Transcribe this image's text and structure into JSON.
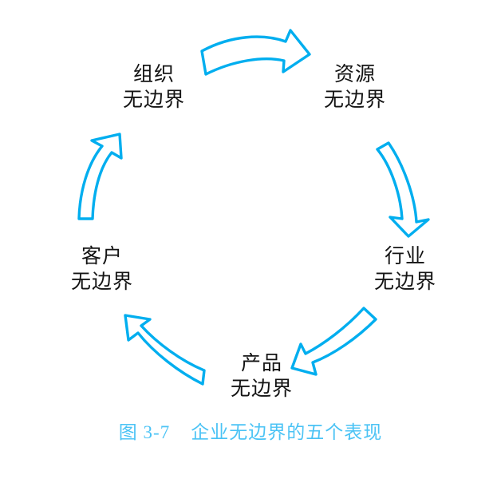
{
  "figure": {
    "caption_label": "图 3-7",
    "caption_title": "企业无边界的五个表现",
    "caption_color": "#4bc3f5",
    "arrow_color": "#00aeef",
    "text_color": "#141414",
    "background": "#ffffff"
  },
  "chart_data": {
    "type": "cycle-diagram",
    "title": "企业无边界的五个表现",
    "direction": "clockwise",
    "node_count": 5,
    "nodes": [
      {
        "id": "organization",
        "line1": "组织",
        "line2": "无边界",
        "position": "top-left"
      },
      {
        "id": "resource",
        "line1": "资源",
        "line2": "无边界",
        "position": "top-right"
      },
      {
        "id": "industry",
        "line1": "行业",
        "line2": "无边界",
        "position": "right"
      },
      {
        "id": "product",
        "line1": "产品",
        "line2": "无边界",
        "position": "bottom"
      },
      {
        "id": "customer",
        "line1": "客户",
        "line2": "无边界",
        "position": "left"
      }
    ],
    "arrows": [
      {
        "id": "arrow-organization-to-resource",
        "from": "organization",
        "to": "resource",
        "points": "right"
      },
      {
        "id": "arrow-resource-to-industry",
        "from": "resource",
        "to": "industry",
        "points": "down"
      },
      {
        "id": "arrow-industry-to-product",
        "from": "industry",
        "to": "product",
        "points": "down-left"
      },
      {
        "id": "arrow-product-to-customer",
        "from": "product",
        "to": "customer",
        "points": "up-left"
      },
      {
        "id": "arrow-customer-to-organization",
        "from": "customer",
        "to": "organization",
        "points": "up-right"
      }
    ]
  },
  "nodes": {
    "organization": {
      "line1": "组织",
      "line2": "无边界"
    },
    "resource": {
      "line1": "资源",
      "line2": "无边界"
    },
    "industry": {
      "line1": "行业",
      "line2": "无边界"
    },
    "product": {
      "line1": "产品",
      "line2": "无边界"
    },
    "customer": {
      "line1": "客户",
      "line2": "无边界"
    }
  }
}
